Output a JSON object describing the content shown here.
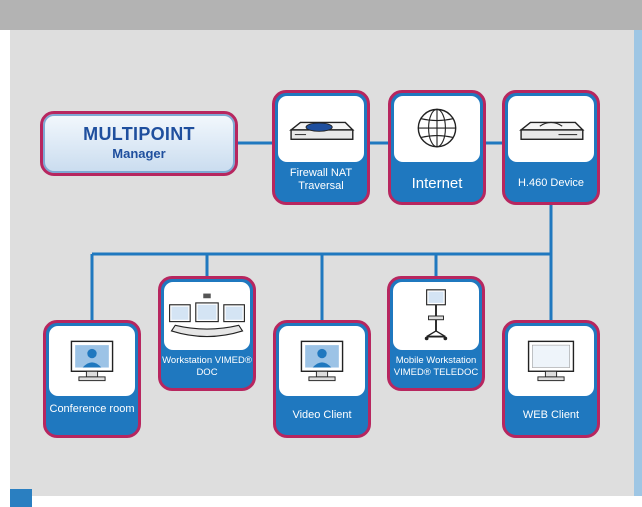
{
  "manager": {
    "title": "MULTIPOINT",
    "subtitle": "Manager"
  },
  "top_nodes": [
    {
      "label": "Firewall NAT Traversal",
      "icon": "router-icon"
    },
    {
      "label": "Internet",
      "icon": "globe-icon"
    },
    {
      "label": "H.460 Device",
      "icon": "device-icon"
    }
  ],
  "bottom_nodes": [
    {
      "label": "Conference room",
      "icon": "monitor-user-icon"
    },
    {
      "label": "Workstation VIMED® DOC",
      "icon": "workstation-icon"
    },
    {
      "label": "Video Client",
      "icon": "monitor-user-icon"
    },
    {
      "label": "Mobile Workstation VIMED® TELEDOC",
      "icon": "mobile-cart-icon"
    },
    {
      "label": "WEB Client",
      "icon": "monitor-icon"
    }
  ],
  "colors": {
    "node_fill": "#1f78bf",
    "node_border": "#b7265f",
    "connector": "#1f78bf",
    "panel": "#dedede"
  }
}
